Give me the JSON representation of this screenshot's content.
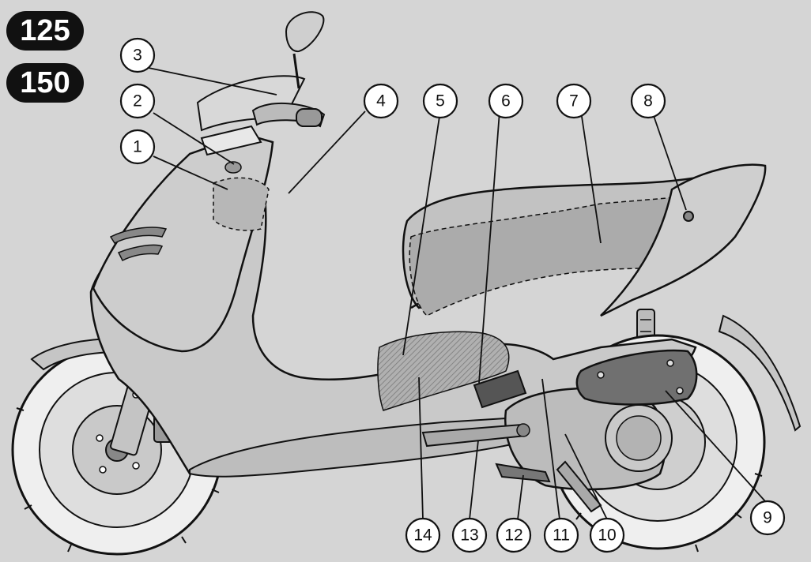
{
  "models": [
    "125",
    "150"
  ],
  "callouts": [
    "1",
    "2",
    "3",
    "4",
    "5",
    "6",
    "7",
    "8",
    "9",
    "10",
    "11",
    "12",
    "13",
    "14"
  ],
  "colors": {
    "background": "#d5d5d5",
    "body": "#c9c9c9",
    "outline": "#111111",
    "panel": "#a9a9a9",
    "tire": "#efefef"
  }
}
